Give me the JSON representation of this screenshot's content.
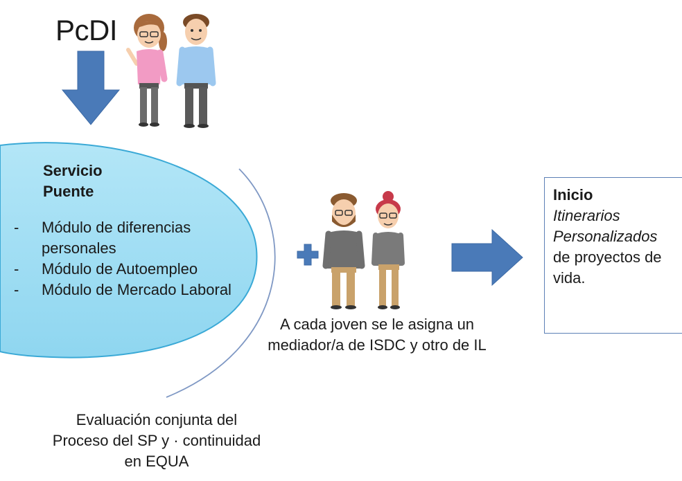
{
  "header": {
    "label": "PcDI"
  },
  "service": {
    "title_line1": "Servicio",
    "title_line2": "Puente",
    "modules": [
      "Módulo de diferencias personales",
      "Módulo de Autoempleo",
      "Módulo de Mercado Laboral"
    ],
    "fill_color": "#a8e2f4",
    "edge_color": "#3aa9d6"
  },
  "assignment": {
    "caption": "A cada joven se le asigna un mediador/a de ISDC y otro de IL"
  },
  "evaluation": {
    "caption": "Evaluación conjunta del Proceso del SP y · continuidad en EQUA"
  },
  "result": {
    "title": "Inicio",
    "line1": "Itinerarios",
    "line2": "Personalizados",
    "line3": "de proyectos de vida."
  },
  "icons": {
    "down_arrow": "down-arrow-icon",
    "plus": "plus-icon",
    "right_arrow": "right-arrow-icon",
    "people_top": "people-pair-icon",
    "mediators": "mediators-pair-icon"
  },
  "colors": {
    "arrow_blue": "#4a7ab8",
    "box_border": "#5b7fb5",
    "curve_line": "#7f98c4"
  }
}
